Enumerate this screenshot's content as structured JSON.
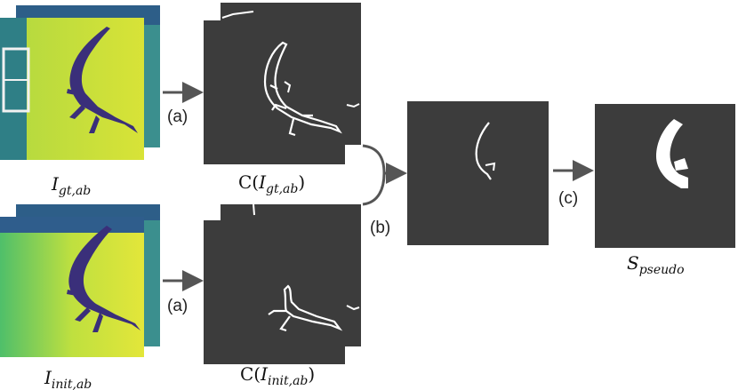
{
  "labels": {
    "gt_image": {
      "main": "I",
      "sub": "gt,ab"
    },
    "init_image": {
      "main": "I",
      "sub": "init,ab"
    },
    "gt_contour": {
      "prefix": "C(",
      "main": "I",
      "sub": "gt,ab",
      "suffix": ")"
    },
    "init_contour": {
      "prefix": "C(",
      "main": "I",
      "sub": "init,ab",
      "suffix": ")"
    },
    "pseudo": {
      "main": "S",
      "sub": "pseudo"
    }
  },
  "steps": {
    "a_top": "(a)",
    "a_bottom": "(a)",
    "b": "(b)",
    "c": "(c)"
  },
  "colors": {
    "panel_dark": "#3c3c3c",
    "arrow": "#555555",
    "thermal_bg": "#c8df3a",
    "lizard": "#3a2f7a",
    "teal_strip": "#2d8a8a"
  }
}
